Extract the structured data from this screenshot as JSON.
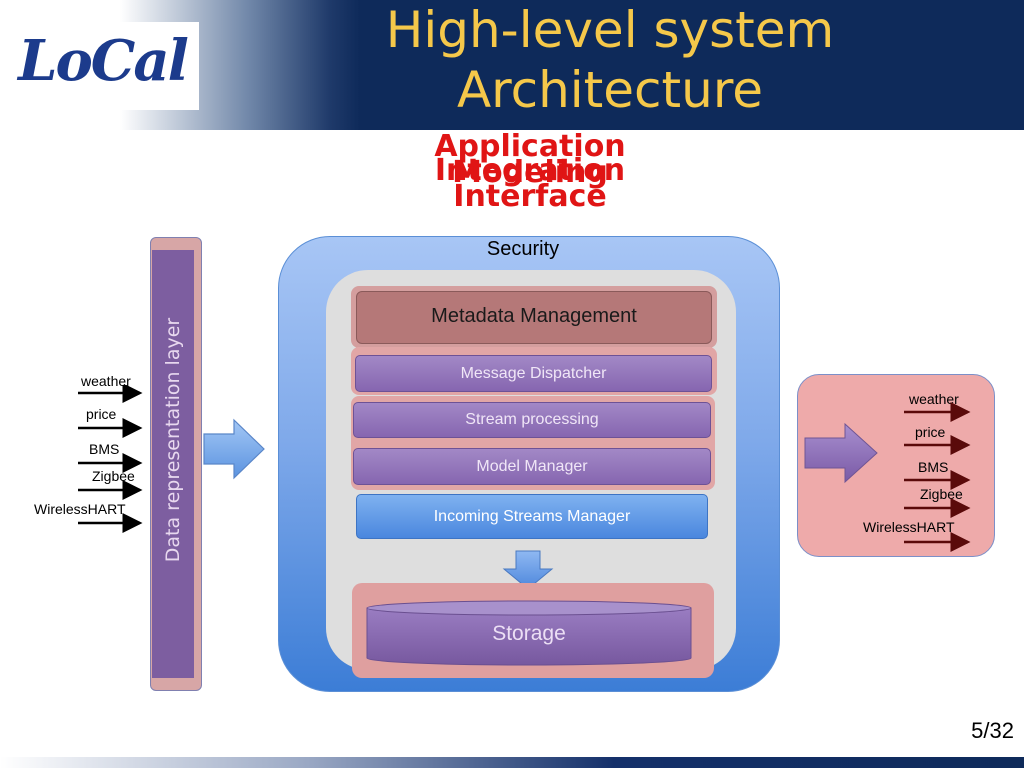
{
  "logo": {
    "text": "LoCal"
  },
  "title": {
    "line1": "High-level system",
    "line2": "Architecture"
  },
  "overlap_labels": [
    "Application",
    "Integration",
    "Modeling",
    "Interface"
  ],
  "left_layer": {
    "label": "Data representation layer"
  },
  "inputs": [
    "weather",
    "price",
    "BMS",
    "Zigbee",
    "WirelessHART"
  ],
  "security": {
    "label": "Security"
  },
  "modules": {
    "metadata": "Metadata Management",
    "dispatcher": "Message Dispatcher",
    "stream": "Stream processing",
    "model": "Model Manager",
    "incoming": "Incoming Streams Manager",
    "storage": "Storage"
  },
  "outputs": [
    "weather",
    "price",
    "BMS",
    "Zigbee",
    "WirelessHART"
  ],
  "page": {
    "number": "5/32"
  },
  "colors": {
    "title": "#f5c84a",
    "header": "#0e2a5a",
    "overlap_text": "#e01515",
    "purple": "#8666b0",
    "pink": "#eeaaaa",
    "blue": "#4a87de"
  }
}
